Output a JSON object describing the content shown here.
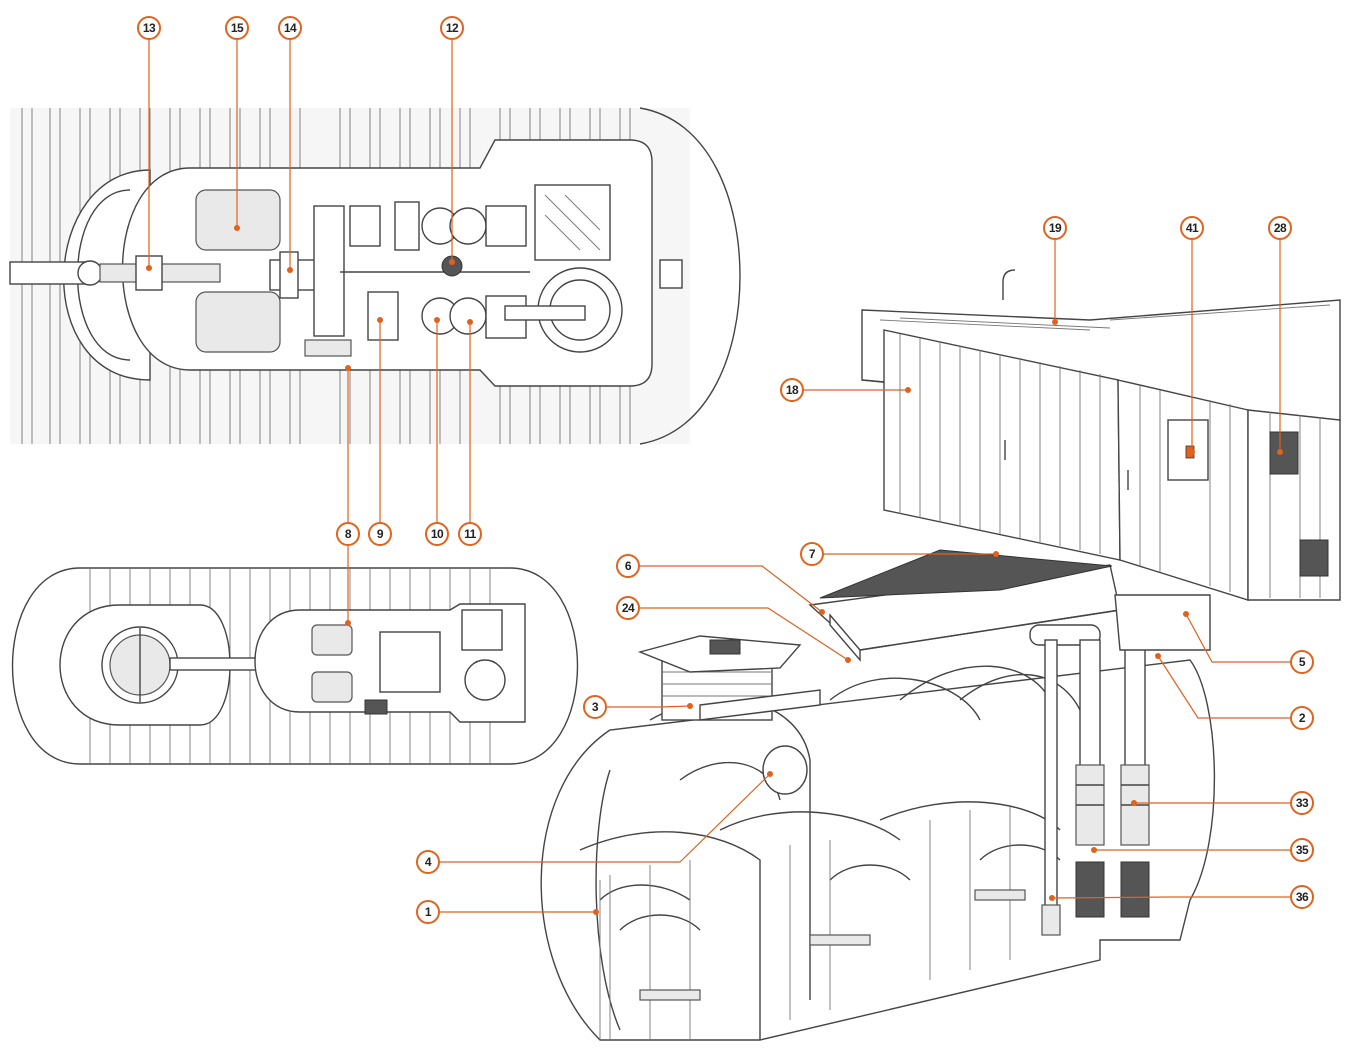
{
  "accent_color": "#e0621d",
  "callouts": {
    "c13": "13",
    "c15": "15",
    "c14": "14",
    "c12": "12",
    "c19": "19",
    "c41": "41",
    "c28": "28",
    "c18": "18",
    "c8": "8",
    "c9": "9",
    "c10": "10",
    "c11": "11",
    "c7": "7",
    "c6": "6",
    "c24": "24",
    "c3": "3",
    "c5": "5",
    "c2": "2",
    "c33": "33",
    "c35": "35",
    "c4": "4",
    "c36": "36",
    "c1": "1"
  }
}
